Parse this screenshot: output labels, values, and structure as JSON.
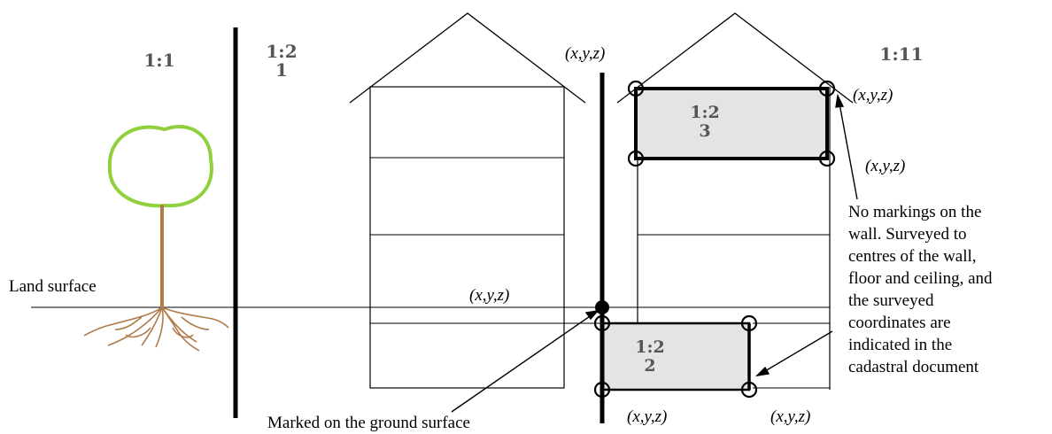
{
  "parcels": {
    "p1": "1:1",
    "p21_top": "1:2",
    "p21_bottom": "1",
    "p11": "1:11",
    "p23_top": "1:2",
    "p23_bottom": "3",
    "p22_top": "1:2",
    "p22_bottom": "2"
  },
  "labels": {
    "land_surface": "Land surface",
    "marked": "Marked on the ground surface",
    "coord": "(x,y,z)",
    "note": [
      "No markings on the",
      "wall. Surveyed to",
      "centres of the wall,",
      "floor and ceiling, and",
      "the surveyed",
      "coordinates are",
      "indicated in the",
      "cadastral document"
    ]
  },
  "colors": {
    "tree_crown": "#8fd13d",
    "tree_trunk": "#b07a4a",
    "unit_fill": "#e4e4e4",
    "parcel_text": "#555555"
  }
}
